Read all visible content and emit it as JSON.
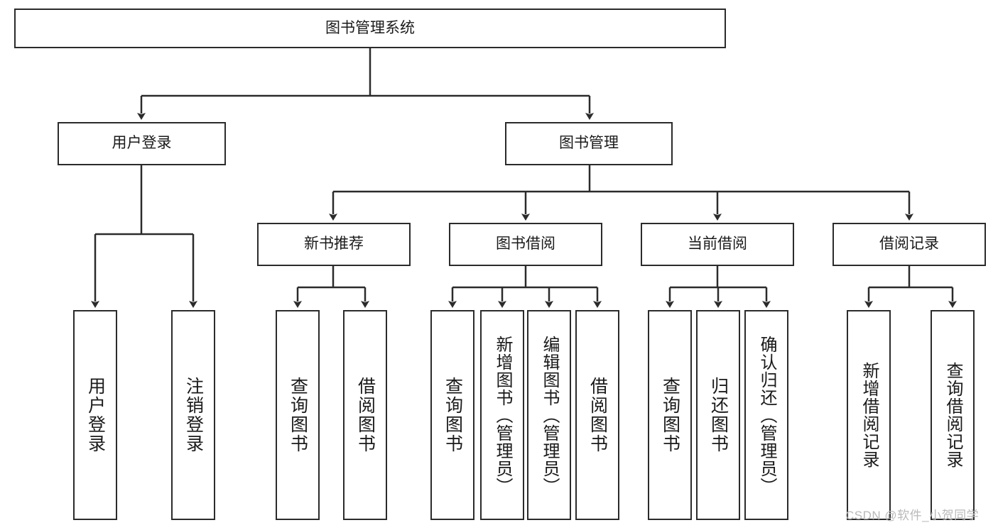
{
  "diagram": {
    "title": "图书管理系统",
    "type": "hierarchy-tree",
    "watermark": "CSDN @软件_小贺同学",
    "colors": {
      "box_border": "#2b2b2b",
      "box_fill": "#ffffff",
      "connector": "#2b2b2b",
      "text": "#1a1a1a",
      "watermark": "#b9b9b9"
    },
    "root": {
      "label": "图书管理系统"
    },
    "level2": [
      {
        "label": "用户登录"
      },
      {
        "label": "图书管理"
      }
    ],
    "level3": [
      {
        "label": "新书推荐"
      },
      {
        "label": "图书借阅"
      },
      {
        "label": "当前借阅"
      },
      {
        "label": "借阅记录"
      }
    ],
    "leaves": {
      "user_login": [
        {
          "label": "用户登录"
        },
        {
          "label": "注销登录"
        }
      ],
      "new_book": [
        {
          "label": "查询图书"
        },
        {
          "label": "借阅图书"
        }
      ],
      "book_borrow": [
        {
          "label": "查询图书"
        },
        {
          "label": "新增图书（管理员）"
        },
        {
          "label": "编辑图书（管理员）"
        },
        {
          "label": "借阅图书"
        }
      ],
      "current_borrow": [
        {
          "label": "查询图书"
        },
        {
          "label": "归还图书"
        },
        {
          "label": "确认归还（管理员）"
        }
      ],
      "borrow_record": [
        {
          "label": "新增借阅记录"
        },
        {
          "label": "查询借阅记录"
        }
      ]
    }
  }
}
